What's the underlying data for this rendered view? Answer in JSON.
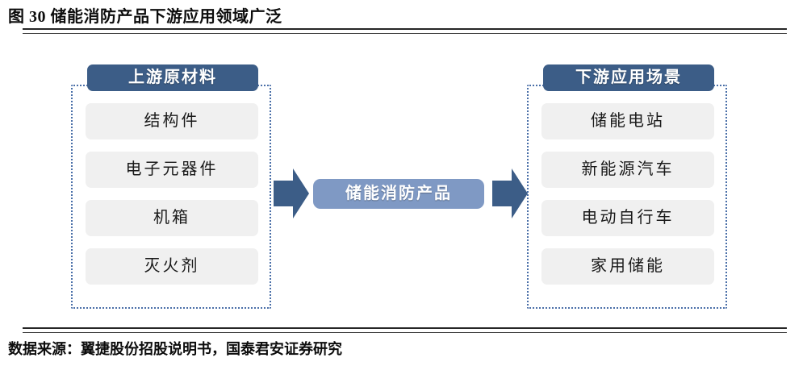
{
  "figure": {
    "title": "图 30 储能消防产品下游应用领域广泛",
    "source_note": "数据来源：翼捷股份招股说明书，国泰君安证券研究"
  },
  "colors": {
    "header_blue": "#3C5D87",
    "center_blue": "#7F99C4",
    "arrow_blue": "#3C5D87",
    "item_gray": "#F0F0F0",
    "frame_dotted": "#4A6FA8",
    "rule_black": "#262626"
  },
  "diagram": {
    "type": "value-chain-flow",
    "upstream": {
      "header": "上游原材料",
      "items": [
        {
          "label": "结构件"
        },
        {
          "label": "电子元器件"
        },
        {
          "label": "机箱"
        },
        {
          "label": "灭火剂"
        }
      ]
    },
    "center": {
      "label": "储能消防产品"
    },
    "downstream": {
      "header": "下游应用场景",
      "items": [
        {
          "label": "储能电站"
        },
        {
          "label": "新能源汽车"
        },
        {
          "label": "电动自行车"
        },
        {
          "label": "家用储能"
        }
      ]
    },
    "arrows": [
      {
        "name": "arrow-upstream-to-product",
        "direction": "right"
      },
      {
        "name": "arrow-product-to-downstream",
        "direction": "right"
      }
    ]
  }
}
